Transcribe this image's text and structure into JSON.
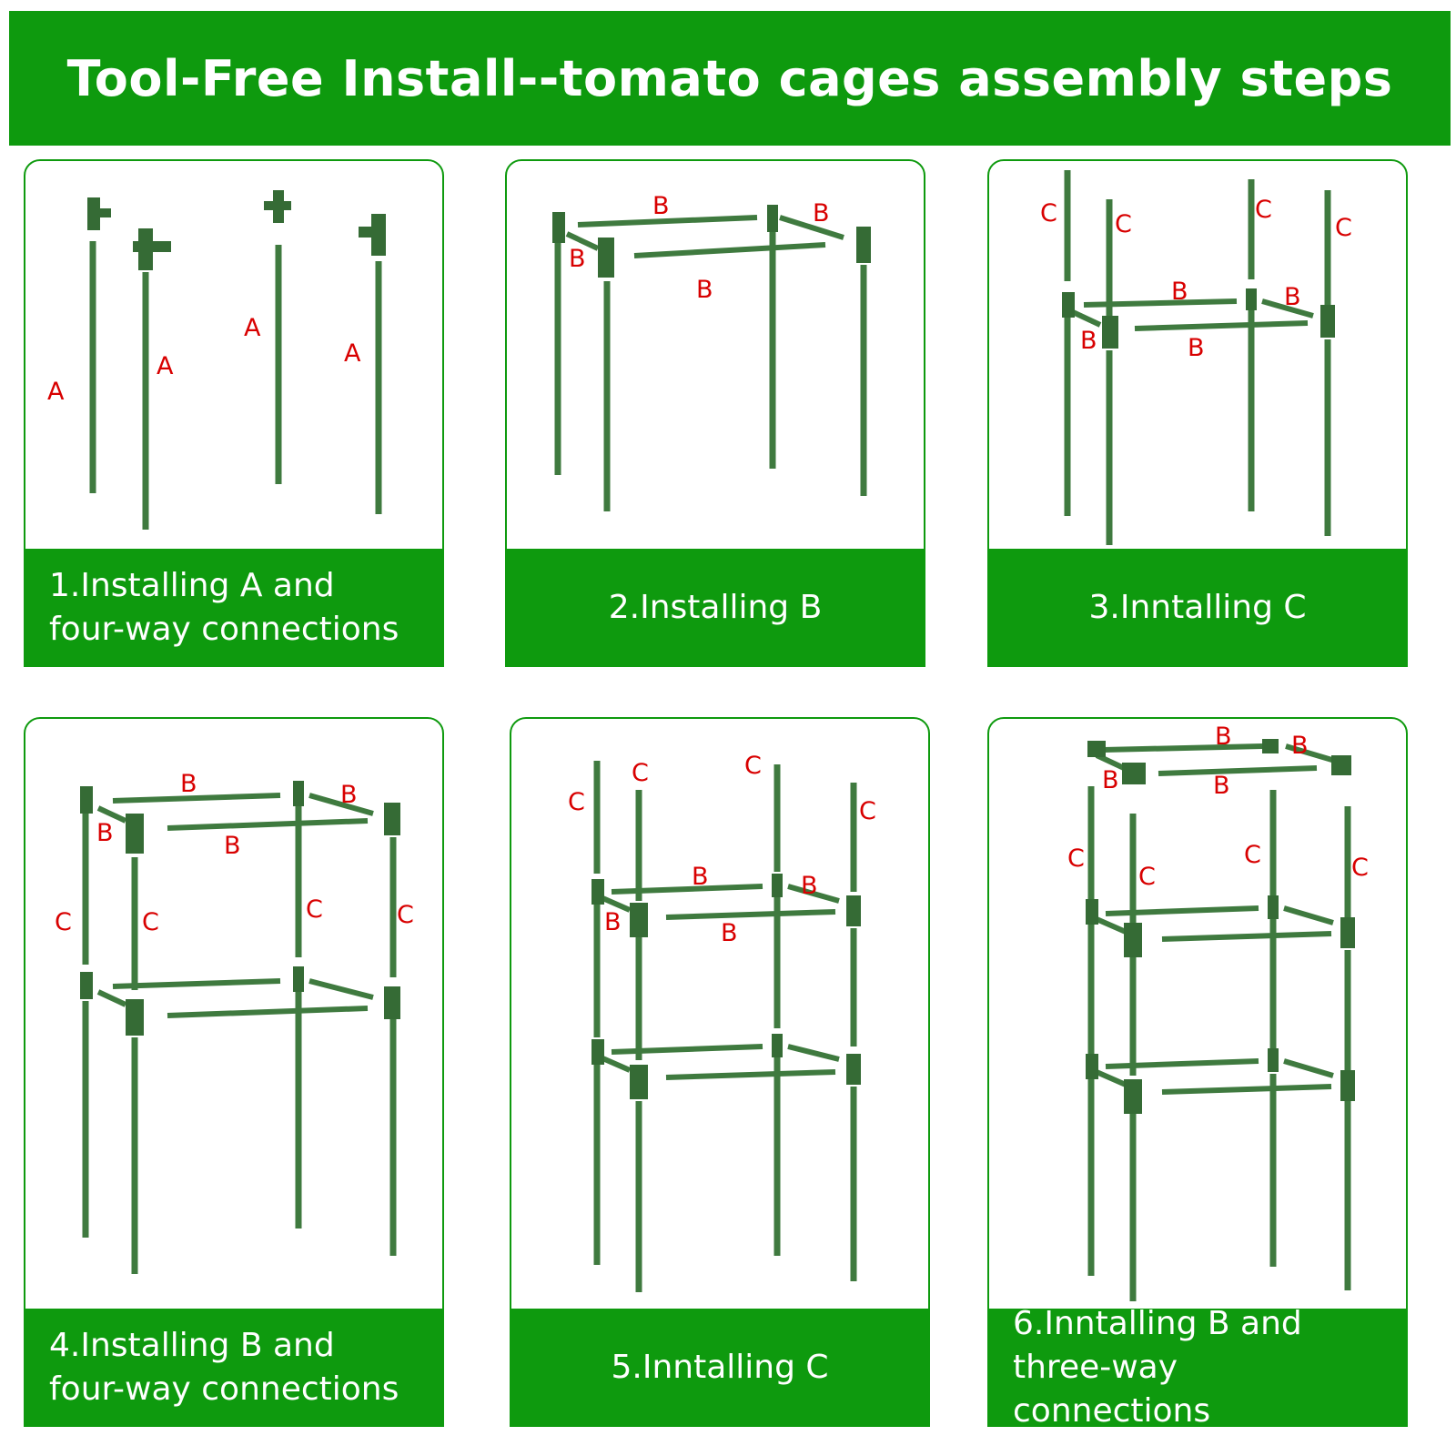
{
  "header": {
    "title": "Tool-Free Install--tomato cages assembly steps"
  },
  "colors": {
    "brand_green": "#0e9a0e",
    "pole_green": "#3f7a3f",
    "label_red": "#d80000"
  },
  "steps": [
    {
      "caption": "1.Installing A and\nfour-way connections",
      "labels": [
        "A",
        "A",
        "A",
        "A"
      ]
    },
    {
      "caption": "2.Installing B",
      "labels": [
        "B",
        "B",
        "B",
        "B"
      ]
    },
    {
      "caption": "3.Inntalling C",
      "labels": [
        "C",
        "C",
        "C",
        "C",
        "B",
        "B",
        "B",
        "B"
      ]
    },
    {
      "caption": "4.Installing B and\nfour-way connections",
      "labels": [
        "B",
        "B",
        "B",
        "B",
        "C",
        "C",
        "C",
        "C"
      ]
    },
    {
      "caption": "5.Inntalling C",
      "labels": [
        "C",
        "C",
        "C",
        "C",
        "B",
        "B",
        "B",
        "B"
      ]
    },
    {
      "caption": "6.Inntalling B and\nthree-way connections",
      "labels": [
        "B",
        "B",
        "B",
        "B",
        "C",
        "C",
        "C",
        "C"
      ]
    }
  ]
}
